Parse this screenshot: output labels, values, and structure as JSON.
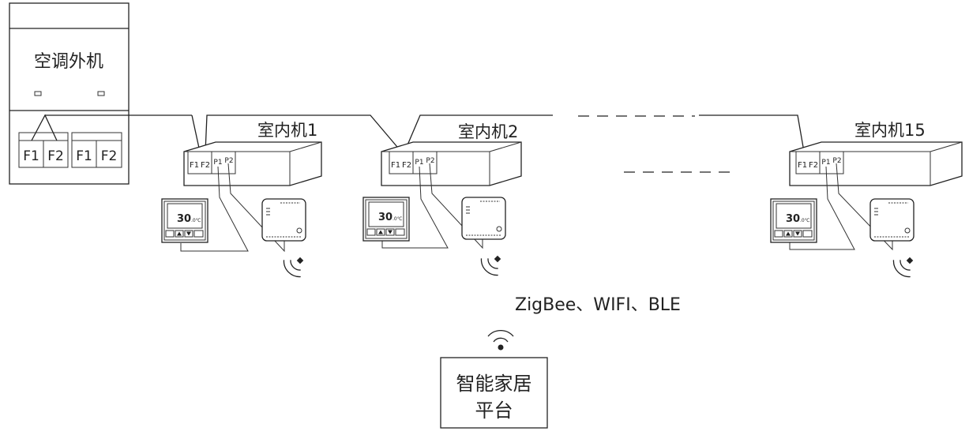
{
  "outdoor_unit": {
    "label": "空调外机",
    "terminal_groups": [
      {
        "t1": "F1",
        "t2": "F2"
      },
      {
        "t1": "F1",
        "t2": "F2"
      }
    ]
  },
  "indoor_units": [
    {
      "label": "室内机1",
      "t1": "F1",
      "t2": "F2",
      "t3": "P1",
      "t4": "P2",
      "temp": "30",
      "temp_dec": ".0℃"
    },
    {
      "label": "室内机2",
      "t1": "F1",
      "t2": "F2",
      "t3": "P1",
      "t4": "P2",
      "temp": "30",
      "temp_dec": ".0℃"
    },
    {
      "label": "室内机15",
      "t1": "F1",
      "t2": "F2",
      "t3": "P1",
      "t4": "P2",
      "temp": "30",
      "temp_dec": ".0℃"
    }
  ],
  "protocols": "ZigBee、WIFI、BLE",
  "platform": {
    "line1": "智能家居",
    "line2": "平台"
  },
  "colors": {
    "stroke": "#222222",
    "background": "#ffffff"
  },
  "icons": [
    "wifi-signal-icon",
    "wireless-signal-icon"
  ]
}
